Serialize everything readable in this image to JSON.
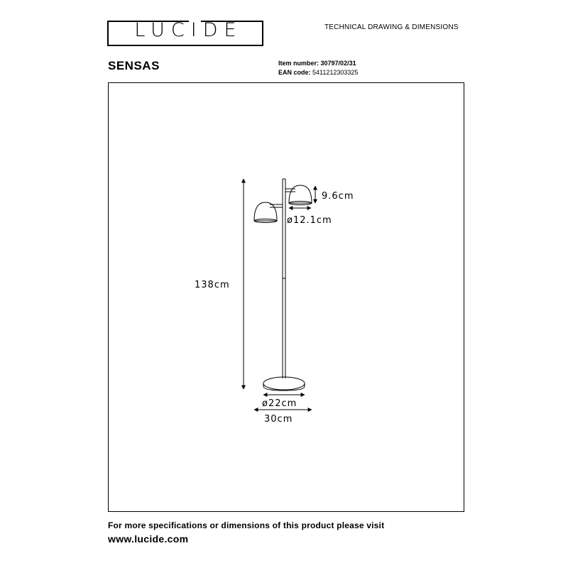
{
  "header": {
    "brand": "LUCIDE",
    "doc_title": "TECHNICAL DRAWING & DIMENSIONS"
  },
  "product": {
    "name": "SENSAS",
    "item_number_label": "Item number:",
    "item_number": "30797/02/31",
    "ean_label": "EAN code:",
    "ean": "5411212303325"
  },
  "dimensions": {
    "height": "138cm",
    "shade_height": "9.6cm",
    "shade_diameter": "ø12.1cm",
    "base_diameter": "ø22cm",
    "total_width": "30cm"
  },
  "footer": {
    "note": "For more specifications or dimensions of this product please visit",
    "url": "www.lucide.com"
  }
}
